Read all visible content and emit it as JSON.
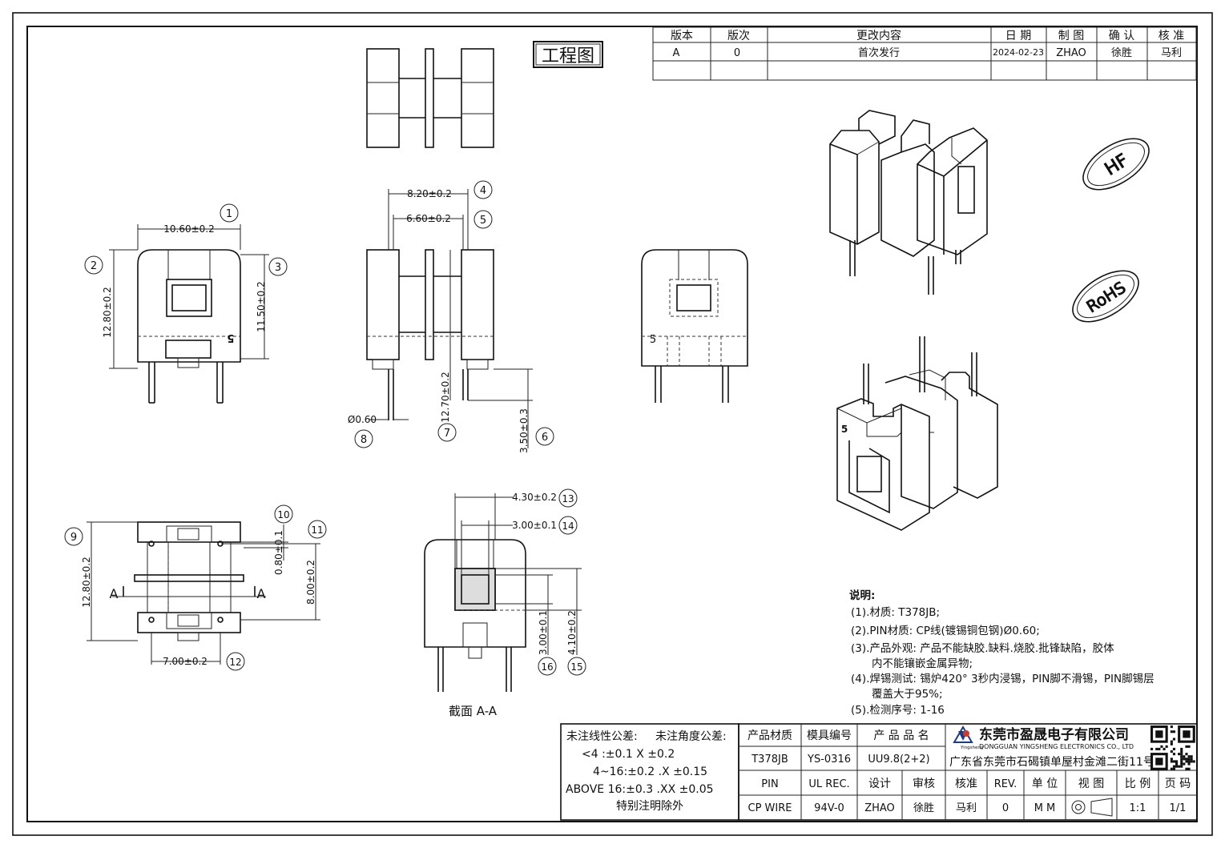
{
  "title_badge": "工程图",
  "revision_table": {
    "headers": [
      "版本",
      "版次",
      "更改内容",
      "日 期",
      "制 图",
      "确 认",
      "核 准"
    ],
    "row": [
      "A",
      "0",
      "首次发行",
      "2024-02-23",
      "ZHAO",
      "徐胜",
      "马利"
    ]
  },
  "dimensions": {
    "d1": "10.60±0.2",
    "d2": "12.80±0.2",
    "d3": "11.50±0.2",
    "d4": "8.20±0.2",
    "d5": "6.60±0.2",
    "d6": "3.50±0.3",
    "d7": "12.70±0.2",
    "d8": "Ø0.60",
    "d9": "12.80±0.2",
    "d10": "0.80±0.1",
    "d11": "8.00±0.2",
    "d12": "7.00±0.2",
    "d13": "4.30±0.2",
    "d14": "3.00±0.1",
    "d15": "4.10±0.2",
    "d16": "3.00±0.1"
  },
  "balloons": [
    "1",
    "2",
    "3",
    "4",
    "5",
    "6",
    "7",
    "8",
    "9",
    "10",
    "11",
    "12",
    "13",
    "14",
    "15",
    "16"
  ],
  "pin_mark": "5",
  "section_marker": "A",
  "section_label": "截面 A-A",
  "stamps": {
    "hf": "HF",
    "rohs": "RoHS"
  },
  "notes": {
    "title": "说明:",
    "items": [
      "(1).材质: T378JB;",
      "(2).PIN材质: CP线(镀锡铜包钢)Ø0.60;",
      "(3).产品外观: 产品不能缺胶.缺料.烧胶.批锋缺陷，胶体",
      "内不能镶嵌金属异物;",
      "(4).焊锡测试: 锡炉420° 3秒内浸锡，PIN脚不滑锡，PIN脚锡层",
      "覆盖大于95%;",
      "(5).检测序号: 1-16"
    ]
  },
  "tolerance": {
    "linear_label": "未注线性公差:",
    "angular_label": "未注角度公差:",
    "rows": [
      "<4 :±0.1   X ±0.2",
      "4~16:±0.2  .X ±0.15",
      "ABOVE 16:±0.3  .XX ±0.05"
    ],
    "footer": "特别注明除外"
  },
  "title_block": {
    "h_material": "产品材质",
    "h_mold": "模具编号",
    "h_name": "产 品 品 名",
    "material": "T378JB",
    "mold": "YS-0316",
    "name": "UU9.8(2+2)",
    "h_pin": "PIN",
    "h_ul": "UL REC.",
    "h_design": "设计",
    "h_review": "审核",
    "h_approve": "核准",
    "h_rev": "REV.",
    "h_unit": "单 位",
    "h_view": "视 图",
    "h_scale": "比 例",
    "h_page": "页 码",
    "pin": "CP WIRE",
    "ul": "94V-0",
    "design": "ZHAO",
    "review": "徐胜",
    "approve": "马利",
    "rev": "0",
    "unit": "M M",
    "scale": "1:1",
    "page": "1/1"
  },
  "company": {
    "name_cn": "东莞市盈晟电子有限公司",
    "name_en": "DONGGUAN YINGSHENG ELECTRONICS CO., LTD",
    "brand": "Yingsheng",
    "address": "广东省东莞市石碣镇单屋村金滩二街11号"
  }
}
